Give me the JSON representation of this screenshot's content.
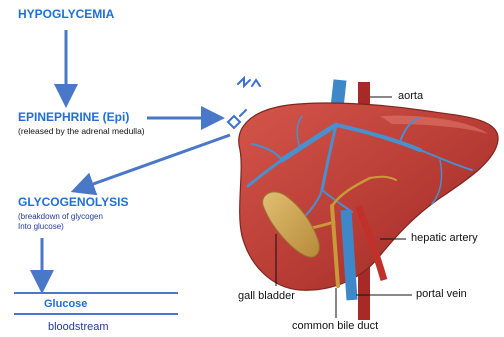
{
  "pathway": {
    "hypoglycemia": "HYPOGLYCEMIA",
    "epinephrine": "EPINEPHRINE (Epi)",
    "epinephrine_note": "(released by the adrenal medulla)",
    "glycogenolysis": "GLYCOGENOLYSIS",
    "glycogenolysis_note_line1": "(breakdown of glycogen",
    "glycogenolysis_note_line2": "Into glucose)",
    "glucose": "Glucose",
    "bloodstream": "bloodstream"
  },
  "liver_labels": {
    "aorta": "aorta",
    "hepatic_artery": "hepatic artery",
    "gall_bladder": "gall bladder",
    "portal_vein": "portal vein",
    "common_bile_duct": "common bile duct"
  },
  "colors": {
    "arrow_blue": "#4a78c8",
    "label_blue": "#1f6fd6",
    "liver_red": "#b83a33",
    "vein_blue": "#4a8fcf",
    "artery_red": "#c0312b",
    "gall_yellow": "#c8a04a"
  }
}
